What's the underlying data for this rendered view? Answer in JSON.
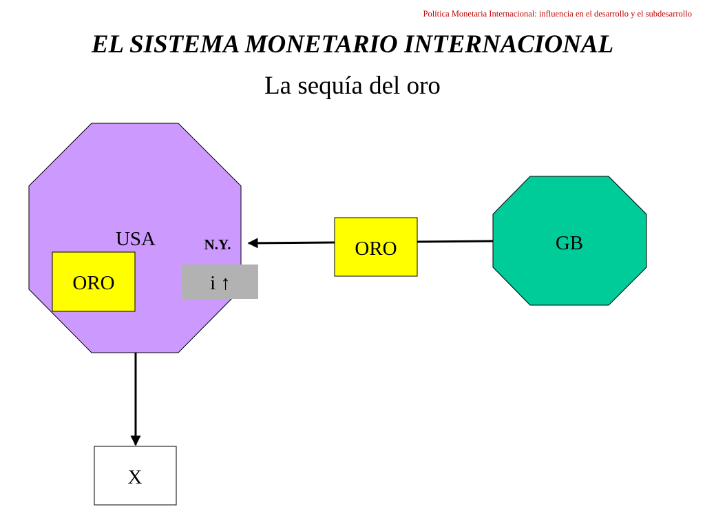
{
  "header": {
    "note": "Política Monetaria Internacional: influencia en el desarrollo y el subdesarrollo",
    "note_color": "#c00000"
  },
  "title": {
    "main": "EL SISTEMA MONETARIO INTERNACIONAL",
    "subtitle": "La sequía del oro"
  },
  "diagram": {
    "usa": {
      "label": "USA",
      "color": "#cc99ff"
    },
    "gb": {
      "label": "GB",
      "color": "#00cc99"
    },
    "oro_usa": {
      "label": "ORO",
      "color": "#ffff00"
    },
    "oro_flow": {
      "label": "ORO",
      "color": "#ffff00"
    },
    "ny": {
      "label": "N.Y."
    },
    "interest": {
      "label": "i ↑",
      "color": "#b2b2b2"
    },
    "x_box": {
      "label": "X",
      "color": "#ffffff"
    }
  }
}
